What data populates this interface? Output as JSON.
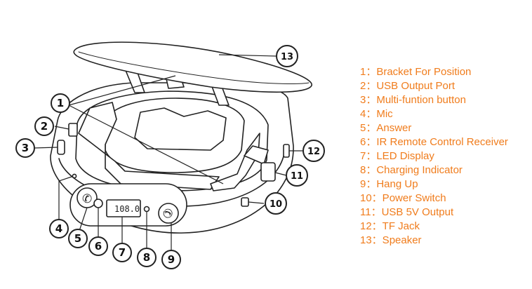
{
  "display": {
    "lcd_value": "108.0"
  },
  "callouts": [
    "1",
    "2",
    "3",
    "4",
    "5",
    "6",
    "7",
    "8",
    "9",
    "10",
    "11",
    "12",
    "13"
  ],
  "legend": [
    "1：Bracket For Position",
    "2：USB Output Port",
    "3：Multi-funtion button",
    "4：Mic",
    "5：Answer",
    "6：IR Remote Control Receiver",
    "7：LED Display",
    "8：Charging Indicator",
    "9：Hang Up",
    "10：Power Switch",
    "11：USB 5V Output",
    "12：TF Jack",
    "13：Speaker"
  ],
  "colors": {
    "legend_text": "#f07c1c",
    "outline": "#222222"
  }
}
